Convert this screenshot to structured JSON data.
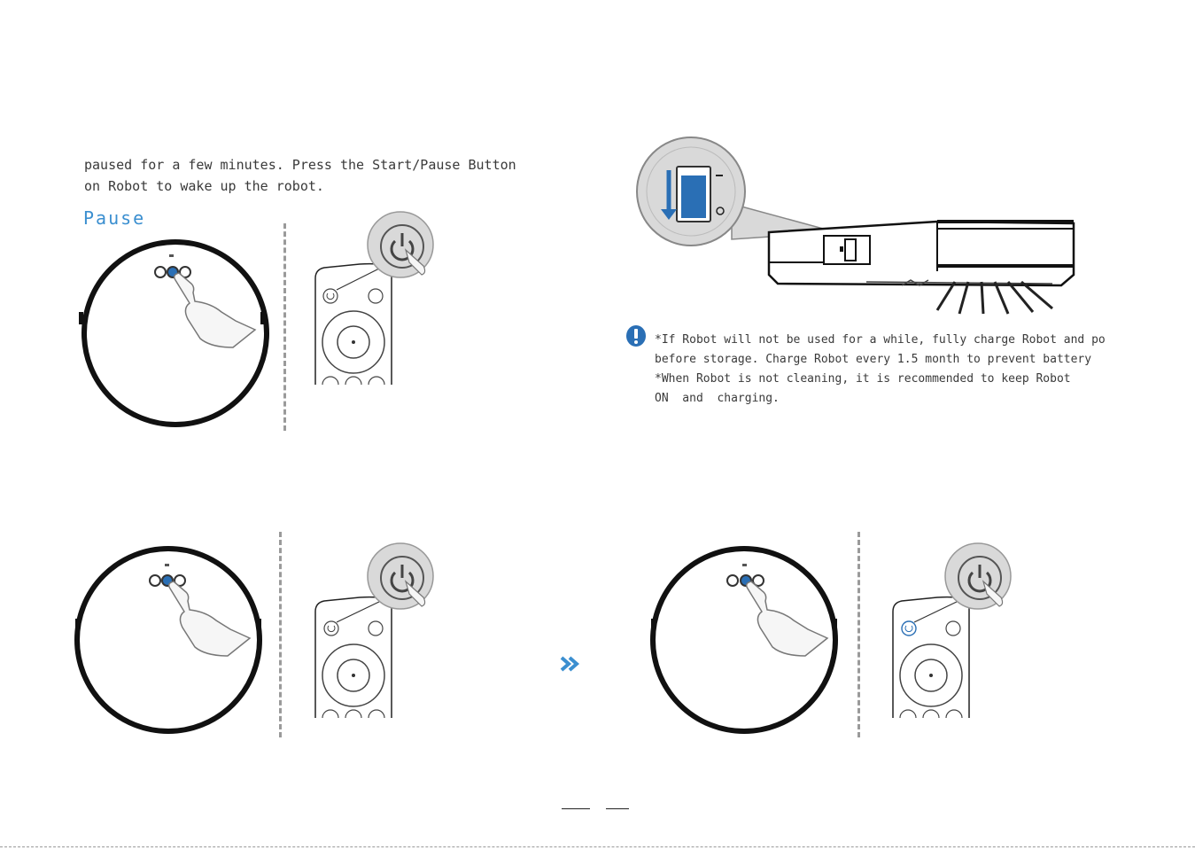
{
  "intro": {
    "line1": "paused for a few minutes. Press the Start/Pause Button",
    "line2": "on Robot to wake up the robot."
  },
  "pause_heading": "Pause",
  "note": {
    "icon": "info-exclamation-icon",
    "line1": "*If Robot will not be used for a while, fully charge Robot and po",
    "line2": "before storage. Charge Robot every 1.5 month to prevent battery",
    "line3": "*When Robot is not cleaning, it is recommended to keep Robot",
    "line4": "ON  and  charging."
  },
  "arrow_icon": "double-chevron-right-icon",
  "colors": {
    "accent": "#3b8fd0",
    "line": "#1a1a1a",
    "robot_button": "#2a6fb5",
    "callout": "#d9d9d9"
  }
}
